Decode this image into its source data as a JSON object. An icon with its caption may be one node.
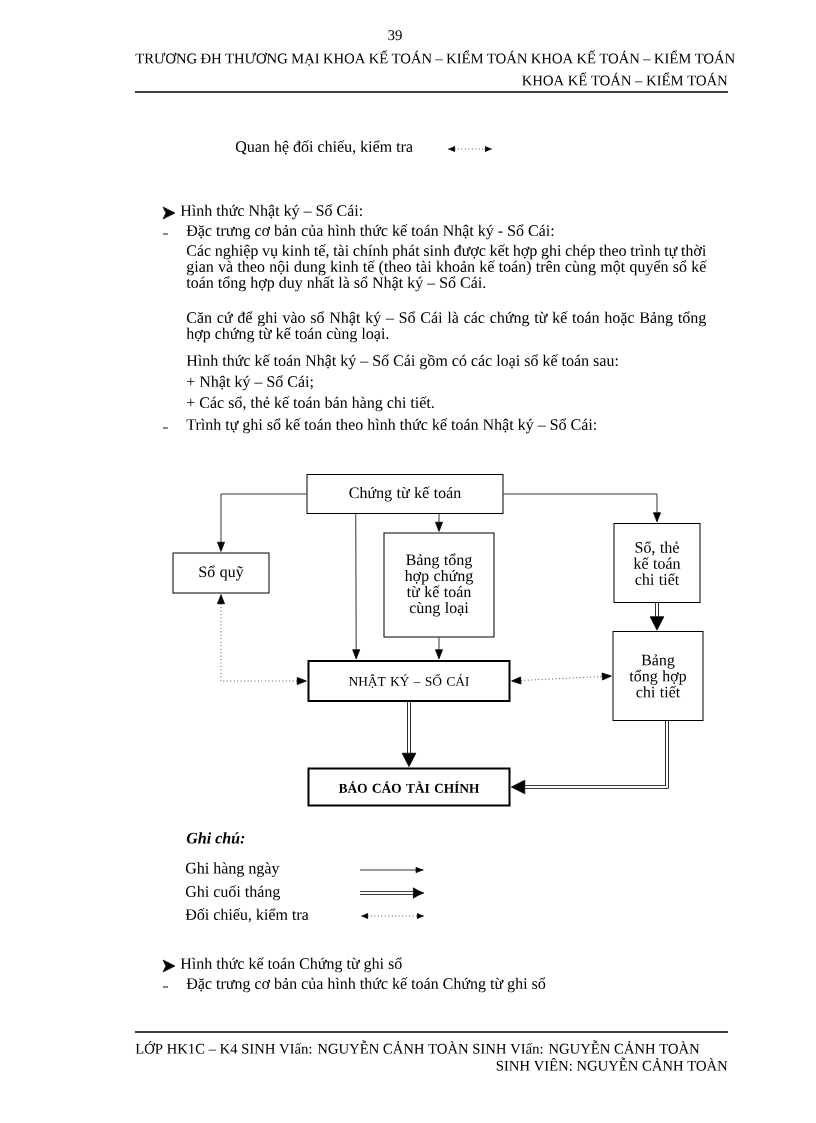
{
  "diagram": {
    "nodes": [
      {
        "text": [
          "Chứng từ kế toán"
        ]
      },
      {
        "text": [
          "Sổ quỹ"
        ]
      },
      {
        "text": [
          "Bảng tổng hợp chứng từ kế toán cùng loại"
        ]
      },
      {
        "text": [
          "Sổ, thẻ kế toán chi tiết"
        ]
      },
      {
        "text": [
          "NHẬT KÝ – SỔ CÁI"
        ]
      },
      {
        "text": [
          "Bảng tổng hợp chi tiết"
        ]
      },
      {
        "text": [
          "BÁO CÁO TÀI CHÍNH"
        ]
      }
    ],
    "edges": [
      {
        "from": 0,
        "to": 1,
        "arrow": "to"
      },
      {
        "from": 0,
        "to": 4,
        "arrow": "to"
      },
      {
        "from": 0,
        "to": 2,
        "arrow": "to"
      },
      {
        "from": 0,
        "to": 3,
        "arrow": "to"
      },
      {
        "from": 2,
        "to": 4,
        "arrow": "to"
      },
      {
        "from": 3,
        "to": 5,
        "arrow": "to",
        "style": "thick"
      },
      {
        "from": 4,
        "to": 6,
        "arrow": "to",
        "style": "thick"
      },
      {
        "from": 5,
        "to": 6,
        "arrow": "to",
        "style": "thick"
      },
      {
        "from": 4,
        "to": 1,
        "arrow": "both",
        "style": "dashed"
      },
      {
        "from": 4,
        "to": 5,
        "arrow": "both",
        "style": "dashed"
      }
    ],
    "labels": [
      "TRƯƠNG ĐH THƯƠNG MẠI KHOA KẾ TOÁN – KIỂM TOÁN KHOA KẾ TOÁN – KIỂM TOÁN",
      "39",
      "KHOA KẾ TOÁN – KIỂM TOÁN",
      "Quan hệ đối chiếu, kiểm tra",
      "Hình thức Nhật ký – Sổ Cái:",
      "Đặc trưng cơ bản của hình thức kế toán Nhật ký - Sổ Cái:",
      "Các nghiệp vụ kinh tế, tài chính phát sinh được kết hợp ghi chép theo trình tự thời gian và theo nội dung kinh tế (theo tài khoản kế toán) trên cùng một quyển sổ kế toán tổng hợp duy nhất là sổ Nhật ký – Sổ Cái.",
      "Căn cứ để ghi vào sổ Nhật ký – Sổ Cái là các chứng từ kế toán hoặc Bảng tổng hợp chứng từ kế toán cùng loại.",
      "Hình thức kế toán Nhật ký – Sổ Cái gồm có các loại sổ kế toán sau:",
      "+ Nhật ký – Sổ Cái;",
      "+ Các sổ, thẻ kế toán bán hàng chi tiết.",
      "Trình tự ghi sổ kế toán theo hình thức kế toán Nhật ký – Sổ Cái:",
      "Ghi chú:",
      "Hình thức kế toán Chứng từ ghi sổ",
      "Đặc trưng cơ bản của hình thức kế toán Chứng từ ghi sổ",
      "LỚP HK1C – K4 SINH VIấn: NGUYỄN CẢNH TOÀN SINH VIấn: NGUYỄN CẢNH TOÀN",
      "SINH VIÊN: NGUYỄN CẢNH TOÀN"
    ],
    "legend": [
      {
        "text": "Ghi hàng ngày"
      },
      {
        "text": "Ghi cuối tháng"
      },
      {
        "text": "Đối chiếu, kiểm tra"
      }
    ]
  }
}
